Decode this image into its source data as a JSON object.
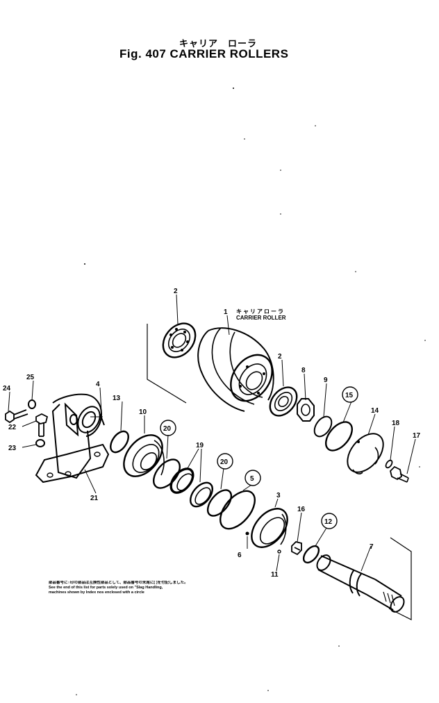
{
  "figure": {
    "title_jp": "キャリア　ローラ",
    "title": "Fig. 407  CARRIER ROLLERS"
  },
  "assembly_callout": {
    "jp": "キャリアローラ",
    "en": "CARRIER ROLLER"
  },
  "note": {
    "line1": "部品番号に○印の部品は互換性部品として、部品番号の末尾に[ ]を付記しました。",
    "line2": "See the end of this list for parts solely used on \"Slag Handling,",
    "line3": "machines shown by Index nos enclosed with a circle"
  },
  "part_labels": [
    {
      "id": "1",
      "circled": false
    },
    {
      "id": "2",
      "circled": false
    },
    {
      "id": "2b",
      "text": "2",
      "circled": false
    },
    {
      "id": "3",
      "circled": false
    },
    {
      "id": "4",
      "circled": false
    },
    {
      "id": "5",
      "circled": true
    },
    {
      "id": "6",
      "circled": false
    },
    {
      "id": "7",
      "circled": false
    },
    {
      "id": "8",
      "circled": false
    },
    {
      "id": "9",
      "circled": false
    },
    {
      "id": "10",
      "circled": false
    },
    {
      "id": "11",
      "circled": false
    },
    {
      "id": "12",
      "circled": true
    },
    {
      "id": "13",
      "circled": false
    },
    {
      "id": "14",
      "circled": false
    },
    {
      "id": "15",
      "circled": true
    },
    {
      "id": "16",
      "circled": false
    },
    {
      "id": "17",
      "circled": false
    },
    {
      "id": "18",
      "circled": false
    },
    {
      "id": "19",
      "circled": false
    },
    {
      "id": "20",
      "circled": true
    },
    {
      "id": "20b",
      "text": "20",
      "circled": true
    },
    {
      "id": "21",
      "circled": false
    },
    {
      "id": "22",
      "circled": false
    },
    {
      "id": "23",
      "circled": false
    },
    {
      "id": "24",
      "circled": false
    },
    {
      "id": "25",
      "circled": false
    }
  ]
}
